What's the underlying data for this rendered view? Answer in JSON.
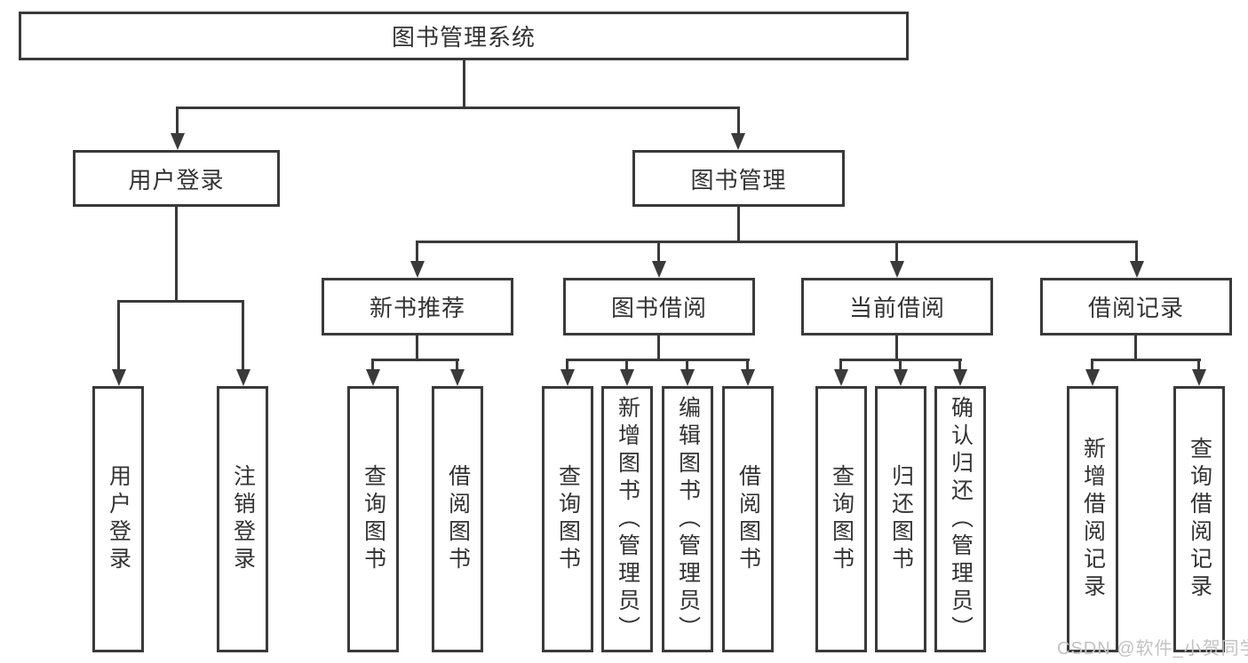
{
  "diagram": {
    "root": {
      "label": "图书管理系统",
      "children": [
        {
          "label": "用户登录",
          "children": [
            {
              "label": "用户登录"
            },
            {
              "label": "注销登录"
            }
          ]
        },
        {
          "label": "图书管理",
          "children": [
            {
              "label": "新书推荐",
              "children": [
                {
                  "label": "查询图书"
                },
                {
                  "label": "借阅图书"
                }
              ]
            },
            {
              "label": "图书借阅",
              "children": [
                {
                  "label": "查询图书"
                },
                {
                  "label": "新增图书（管理员）"
                },
                {
                  "label": "编辑图书（管理员）"
                },
                {
                  "label": "借阅图书"
                }
              ]
            },
            {
              "label": "当前借阅",
              "children": [
                {
                  "label": "查询图书"
                },
                {
                  "label": "归还图书"
                },
                {
                  "label": "确认归还（管理员）"
                }
              ]
            },
            {
              "label": "借阅记录",
              "children": [
                {
                  "label": "新增借阅记录"
                },
                {
                  "label": "查询借阅记录"
                }
              ]
            }
          ]
        }
      ]
    }
  },
  "watermark": {
    "text": "CSDN @软件_小贺同学"
  },
  "colors": {
    "line": "#3a3a3a",
    "text": "#333333",
    "boxbg": "#ffffff",
    "pagebg": "#ffffff",
    "watermark": "#c2c2c2"
  }
}
